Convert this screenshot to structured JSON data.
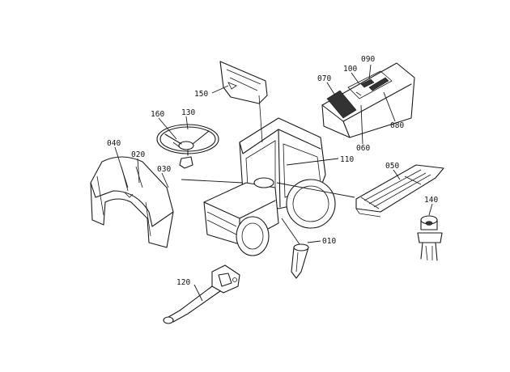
{
  "callouts": {
    "c010": "010",
    "c020": "020",
    "c030": "030",
    "c040": "040",
    "c050": "050",
    "c060": "060",
    "c070": "070",
    "c080": "080",
    "c090": "090",
    "c100": "100",
    "c110": "110",
    "c120": "120",
    "c130": "130",
    "c140": "140",
    "c150": "150",
    "c160": "160"
  },
  "colors": {
    "line": "#1a1a1a",
    "background": "#ffffff"
  }
}
